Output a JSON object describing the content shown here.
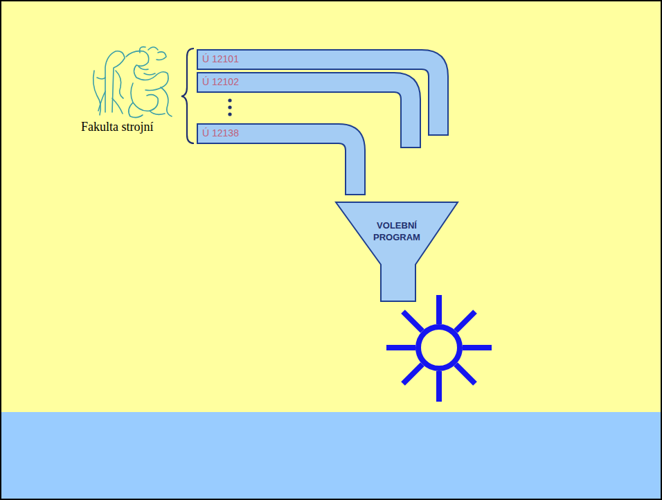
{
  "diagram": {
    "nodes": [
      {
        "text": [
          "Ú 12101"
        ]
      },
      {
        "text": [
          "Ú 12102"
        ]
      },
      {
        "text": [
          "Ú 12138"
        ]
      },
      {
        "text": [
          "VOLEBNÍ PROGRAM"
        ]
      }
    ],
    "labels": [
      "Fakulta strojní"
    ]
  }
}
